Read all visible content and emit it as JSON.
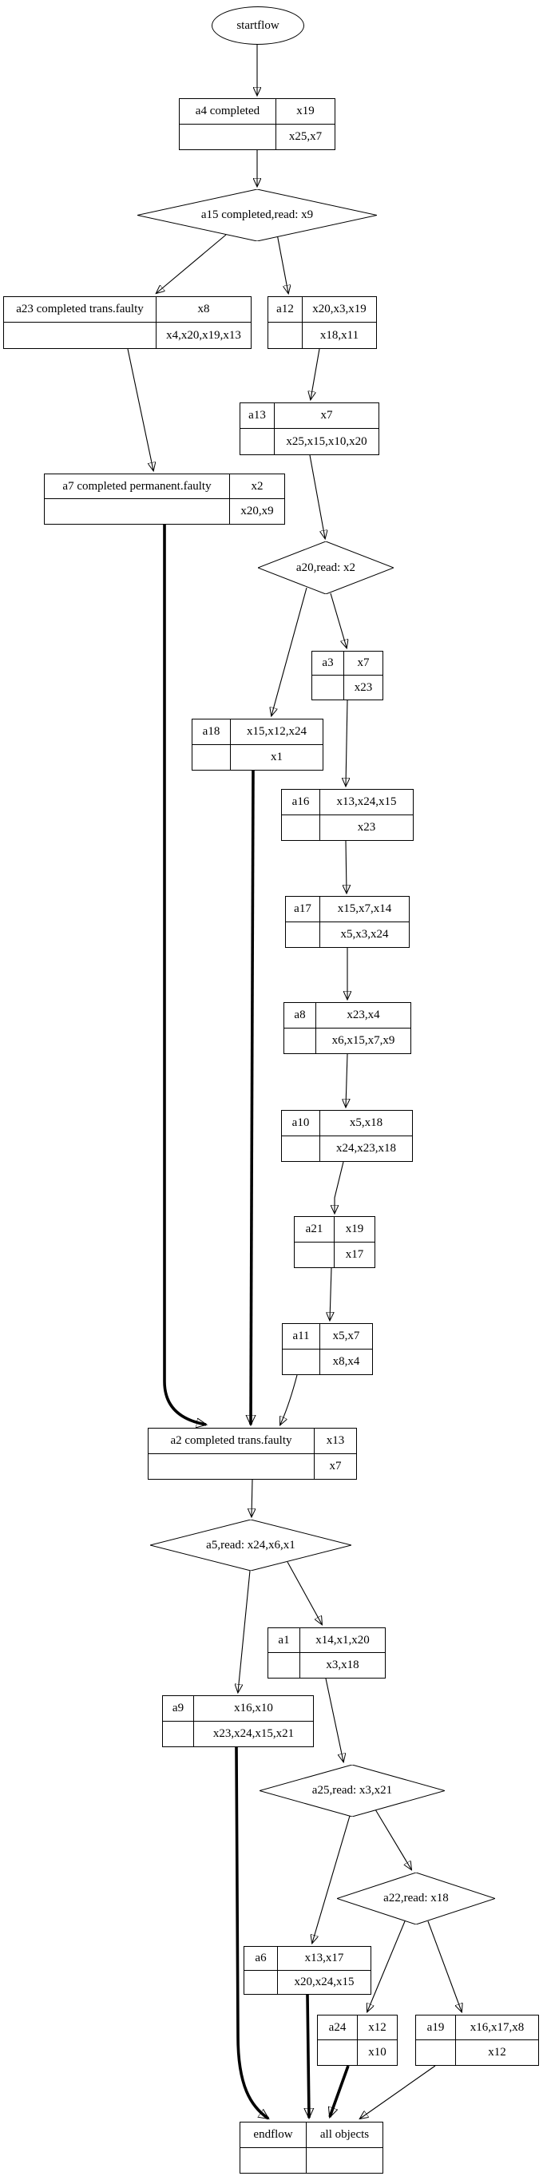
{
  "diagram_type": "workflow-graph",
  "nodes": {
    "startflow": {
      "label": "startflow"
    },
    "a4": {
      "name": "a4 completed",
      "right_top": "x19",
      "right_bottom": "x25,x7"
    },
    "a15": {
      "label": "a15 completed,read: x9"
    },
    "a23": {
      "name": "a23 completed trans.faulty",
      "right_top": "x8",
      "right_bottom": "x4,x20,x19,x13"
    },
    "a12": {
      "name": "a12",
      "right_top": "x20,x3,x19",
      "right_bottom": "x18,x11"
    },
    "a13": {
      "name": "a13",
      "right_top": "x7",
      "right_bottom": "x25,x15,x10,x20"
    },
    "a7": {
      "name": "a7 completed permanent.faulty",
      "right_top": "x2",
      "right_bottom": "x20,x9"
    },
    "a20": {
      "label": "a20,read: x2"
    },
    "a3": {
      "name": "a3",
      "right_top": "x7",
      "right_bottom": "x23"
    },
    "a18": {
      "name": "a18",
      "right_top": "x15,x12,x24",
      "right_bottom": "x1"
    },
    "a16": {
      "name": "a16",
      "right_top": "x13,x24,x15",
      "right_bottom": "x23"
    },
    "a17": {
      "name": "a17",
      "right_top": "x15,x7,x14",
      "right_bottom": "x5,x3,x24"
    },
    "a8": {
      "name": "a8",
      "right_top": "x23,x4",
      "right_bottom": "x6,x15,x7,x9"
    },
    "a10": {
      "name": "a10",
      "right_top": "x5,x18",
      "right_bottom": "x24,x23,x18"
    },
    "a21": {
      "name": "a21",
      "right_top": "x19",
      "right_bottom": "x17"
    },
    "a11": {
      "name": "a11",
      "right_top": "x5,x7",
      "right_bottom": "x8,x4"
    },
    "a2": {
      "name": "a2 completed trans.faulty",
      "right_top": "x13",
      "right_bottom": "x7"
    },
    "a5": {
      "label": "a5,read: x24,x6,x1"
    },
    "a1": {
      "name": "a1",
      "right_top": "x14,x1,x20",
      "right_bottom": "x3,x18"
    },
    "a9": {
      "name": "a9",
      "right_top": "x16,x10",
      "right_bottom": "x23,x24,x15,x21"
    },
    "a25": {
      "label": "a25,read: x3,x21"
    },
    "a22": {
      "label": "a22,read: x18"
    },
    "a6": {
      "name": "a6",
      "right_top": "x13,x17",
      "right_bottom": "x20,x24,x15"
    },
    "a24": {
      "name": "a24",
      "right_top": "x12",
      "right_bottom": "x10"
    },
    "a19": {
      "name": "a19",
      "right_top": "x16,x17,x8",
      "right_bottom": "x12"
    },
    "endflow": {
      "name": "endflow",
      "right_top": "all objects",
      "right_bottom": ""
    }
  },
  "edges": [
    {
      "from": "startflow",
      "to": "a4",
      "bold": false
    },
    {
      "from": "a4",
      "to": "a15",
      "bold": false
    },
    {
      "from": "a15",
      "to": "a23",
      "bold": false
    },
    {
      "from": "a15",
      "to": "a12",
      "bold": false
    },
    {
      "from": "a23",
      "to": "a7",
      "bold": false
    },
    {
      "from": "a12",
      "to": "a13",
      "bold": false
    },
    {
      "from": "a13",
      "to": "a20",
      "bold": false
    },
    {
      "from": "a20",
      "to": "a3",
      "bold": false
    },
    {
      "from": "a20",
      "to": "a18",
      "bold": false
    },
    {
      "from": "a3",
      "to": "a16",
      "bold": false
    },
    {
      "from": "a16",
      "to": "a17",
      "bold": false
    },
    {
      "from": "a17",
      "to": "a8",
      "bold": false
    },
    {
      "from": "a8",
      "to": "a10",
      "bold": false
    },
    {
      "from": "a10",
      "to": "a21",
      "bold": false
    },
    {
      "from": "a21",
      "to": "a11",
      "bold": false
    },
    {
      "from": "a11",
      "to": "a2",
      "bold": false
    },
    {
      "from": "a7",
      "to": "a2",
      "bold": true
    },
    {
      "from": "a18",
      "to": "a2",
      "bold": true
    },
    {
      "from": "a2",
      "to": "a5",
      "bold": false
    },
    {
      "from": "a5",
      "to": "a9",
      "bold": false
    },
    {
      "from": "a5",
      "to": "a1",
      "bold": false
    },
    {
      "from": "a1",
      "to": "a25",
      "bold": false
    },
    {
      "from": "a9",
      "to": "endflow",
      "bold": true
    },
    {
      "from": "a25",
      "to": "a6",
      "bold": false
    },
    {
      "from": "a25",
      "to": "a22",
      "bold": false
    },
    {
      "from": "a22",
      "to": "a24",
      "bold": false
    },
    {
      "from": "a22",
      "to": "a19",
      "bold": false
    },
    {
      "from": "a6",
      "to": "endflow",
      "bold": true
    },
    {
      "from": "a24",
      "to": "endflow",
      "bold": true
    },
    {
      "from": "a19",
      "to": "endflow",
      "bold": false
    }
  ]
}
